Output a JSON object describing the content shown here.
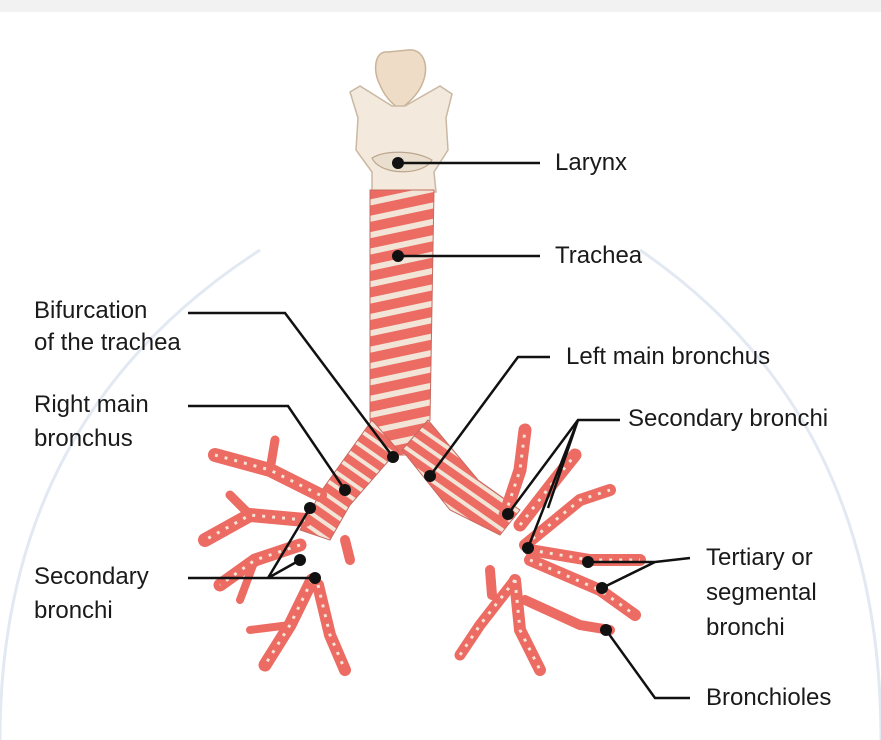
{
  "labels": {
    "larynx": "Larynx",
    "trachea": "Trachea",
    "bifurcation_line1": "Bifurcation",
    "bifurcation_line2": "of the trachea",
    "left_main_bronchus": "Left main bronchus",
    "right_main_line1": "Right main",
    "right_main_line2": "bronchus",
    "secondary_right": "Secondary bronchi",
    "secondary_left_line1": "Secondary",
    "secondary_left_line2": "bronchi",
    "tertiary_line1": "Tertiary or",
    "tertiary_line2": "segmental",
    "tertiary_line3": "bronchi",
    "bronchioles": "Bronchioles"
  },
  "colors": {
    "cartilage": "#f0e6d8",
    "mucosa": "#ec6b62",
    "mucosa_dark": "#d9534c",
    "leader_line": "#111111",
    "background_accent": "#dfe6f2"
  }
}
